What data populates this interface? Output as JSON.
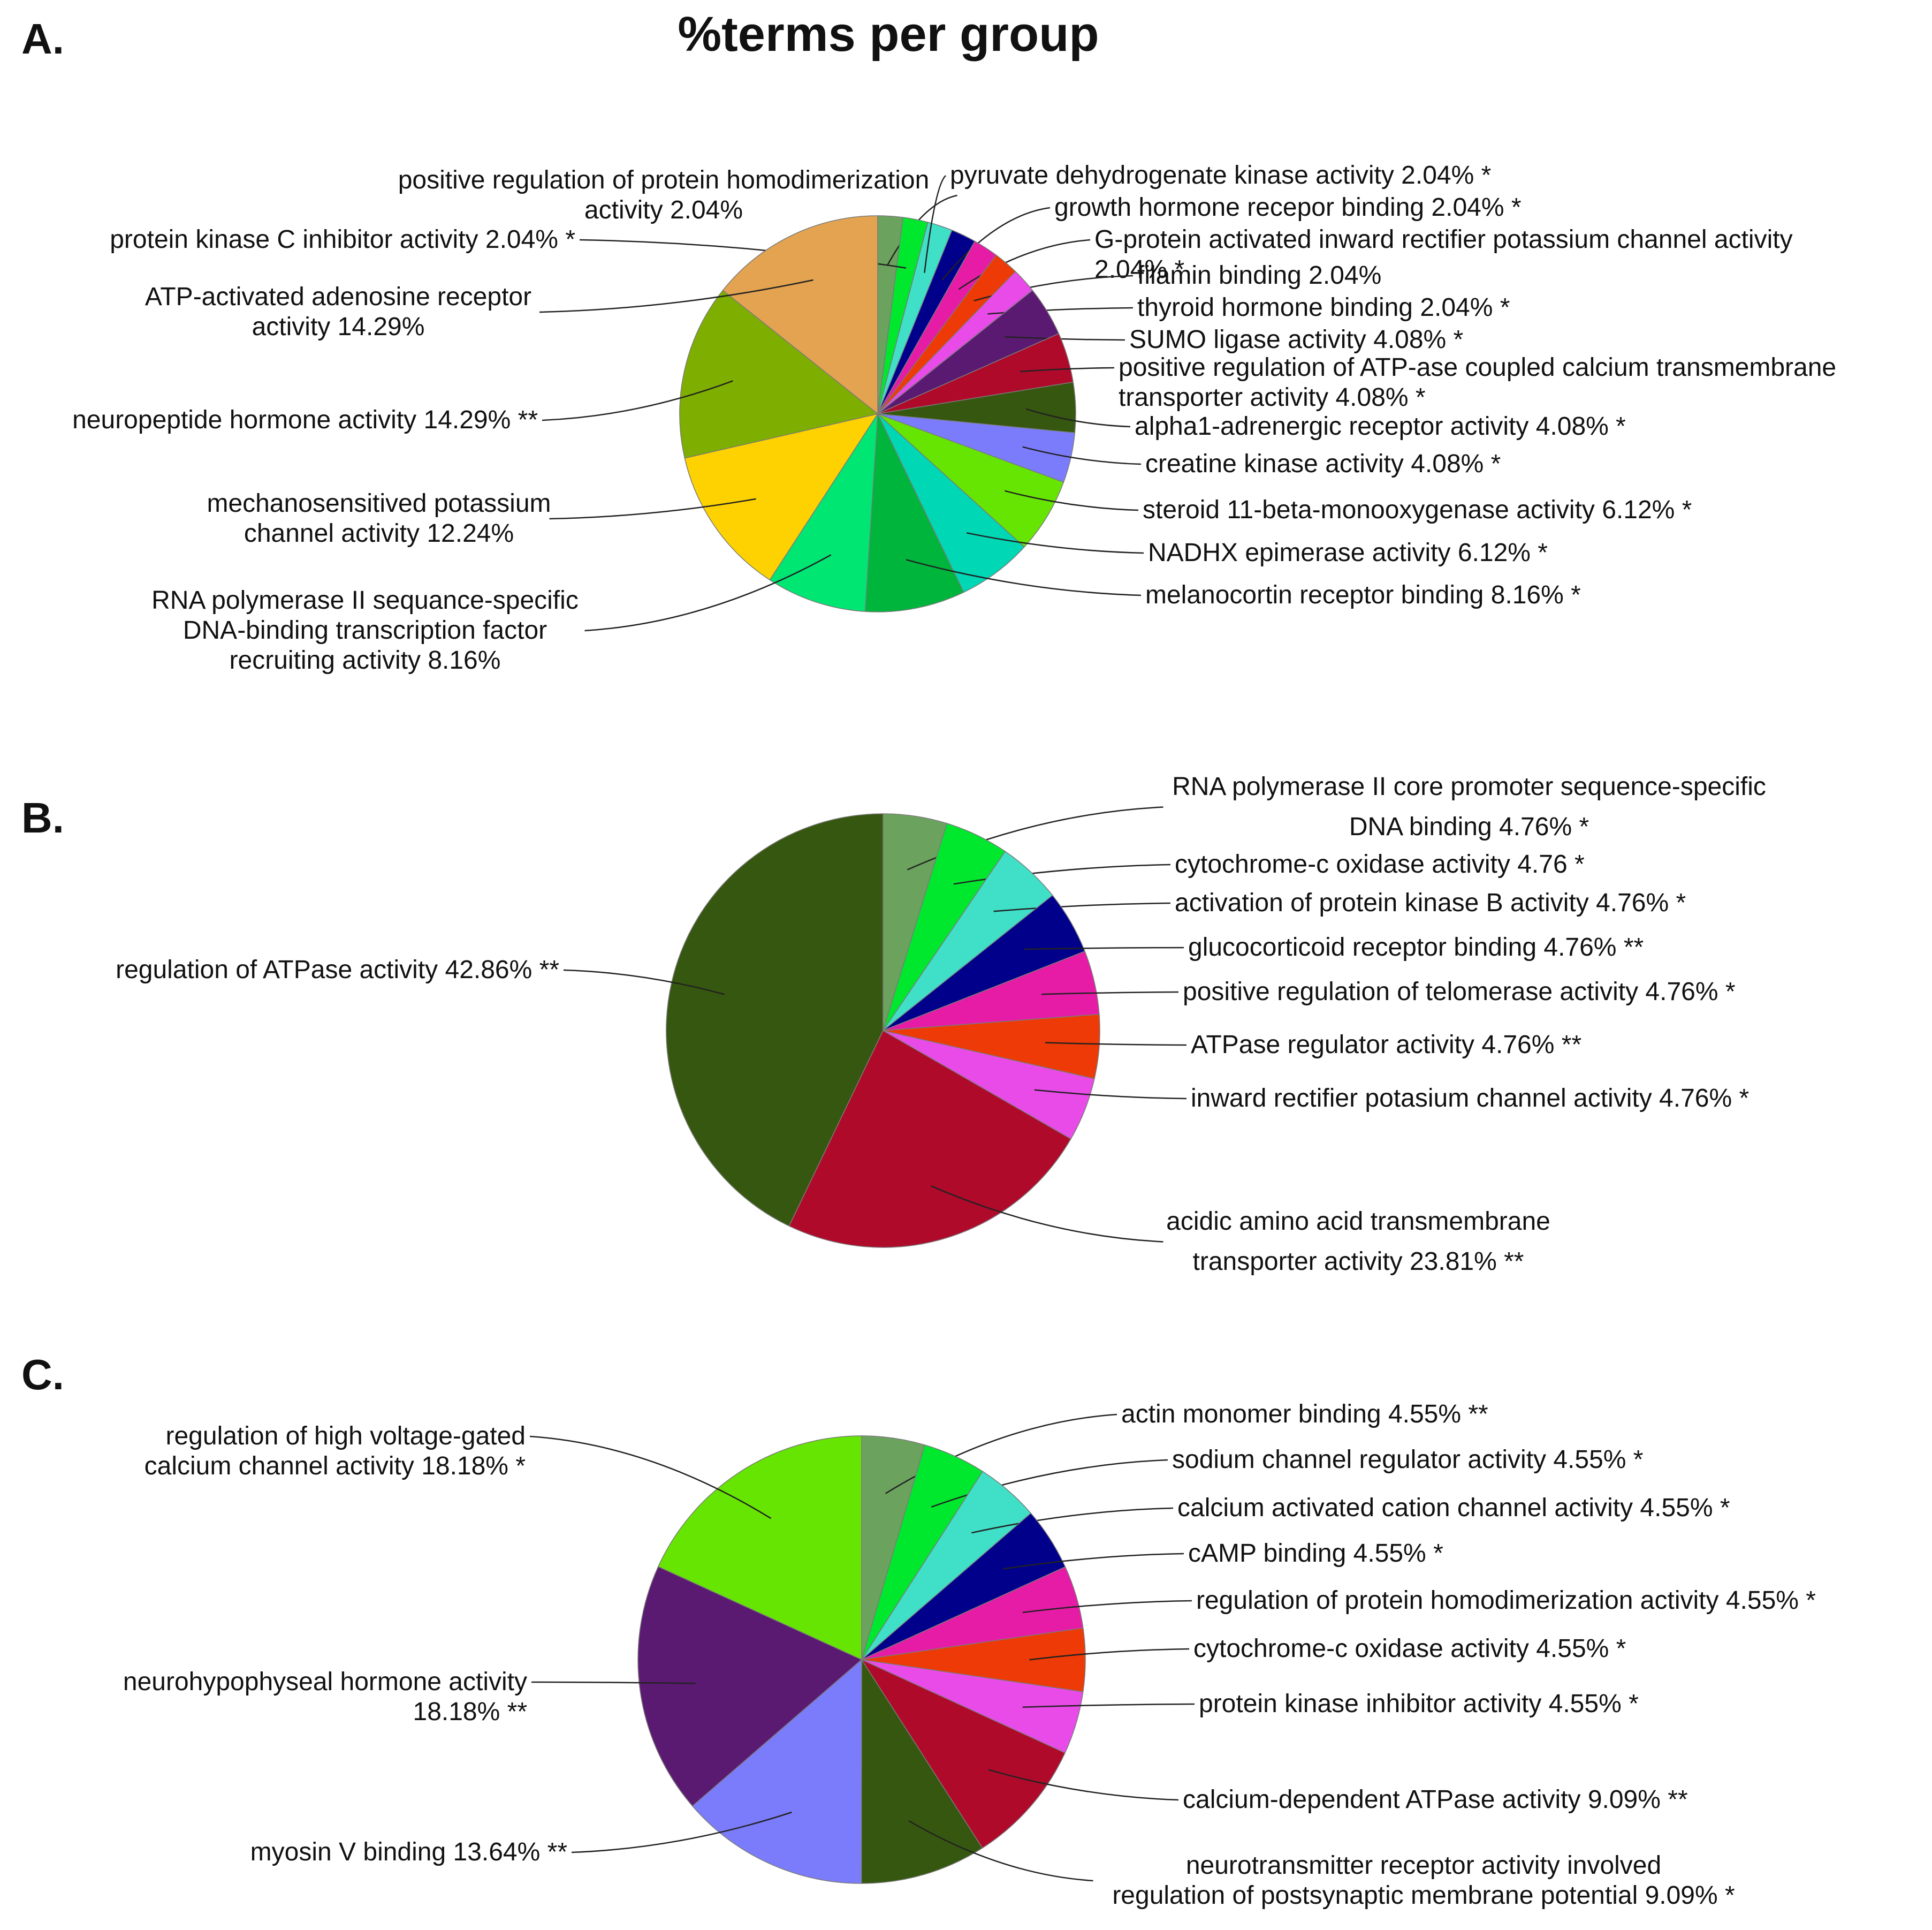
{
  "title": "%terms per group",
  "chart_data": [
    {
      "type": "pie",
      "panel": "A.",
      "slices": [
        {
          "label": [
            "positive regulation of protein homodimerization",
            "activity 2.04%"
          ],
          "value": 2.04,
          "color": "#6ba35e"
        },
        {
          "label": [
            "protein kinase C inhibitor activity 2.04% *"
          ],
          "value": 2.04,
          "color": "#00e82d"
        },
        {
          "label": [
            "pyruvate dehydrogenate kinase activity 2.04% *"
          ],
          "value": 2.04,
          "color": "#40e0c8"
        },
        {
          "label": [
            "growth hormone recepor binding 2.04% *"
          ],
          "value": 2.04,
          "color": "#00008b"
        },
        {
          "label": [
            "G-protein activated inward rectifier potassium channel activity",
            "2.04% *"
          ],
          "value": 2.04,
          "color": "#e61ca6"
        },
        {
          "label": [
            "filamin binding 2.04%"
          ],
          "value": 2.04,
          "color": "#ee3a06"
        },
        {
          "label": [
            "thyroid hormone binding 2.04% *"
          ],
          "value": 2.04,
          "color": "#e94be8"
        },
        {
          "label": [
            "SUMO ligase activity 4.08% *"
          ],
          "value": 4.08,
          "color": "#5b1a72"
        },
        {
          "label": [
            "positive regulation of ATP-ase coupled calcium transmembrane",
            "transporter activity 4.08% *"
          ],
          "value": 4.08,
          "color": "#b00a2b"
        },
        {
          "label": [
            "alpha1-adrenergic receptor activity 4.08% *"
          ],
          "value": 4.08,
          "color": "#36570f"
        },
        {
          "label": [
            "creatine kinase activity 4.08% *"
          ],
          "value": 4.08,
          "color": "#7b7cfb"
        },
        {
          "label": [
            "steroid 11-beta-monooxygenase activity 6.12% *"
          ],
          "value": 6.12,
          "color": "#66e502"
        },
        {
          "label": [
            "NADHX epimerase activity 6.12% *"
          ],
          "value": 6.12,
          "color": "#00d7b5"
        },
        {
          "label": [
            "melanocortin receptor binding 8.16% *"
          ],
          "value": 8.16,
          "color": "#00b53c"
        },
        {
          "label": [
            "RNA polymerase II sequance-specific",
            "DNA-binding transcription factor",
            "recruiting activity 8.16%"
          ],
          "value": 8.16,
          "color": "#00e673"
        },
        {
          "label": [
            "mechanosensitived potassium",
            "channel activity 12.24%"
          ],
          "value": 12.24,
          "color": "#fed200"
        },
        {
          "label": [
            "neuropeptide hormone activity 14.29% **"
          ],
          "value": 14.29,
          "color": "#7eaf00"
        },
        {
          "label": [
            "ATP-activated adenosine receptor",
            "activity 14.29%"
          ],
          "value": 14.29,
          "color": "#e3a350"
        }
      ]
    },
    {
      "type": "pie",
      "panel": "B.",
      "slices": [
        {
          "label": [
            "RNA polymerase II core promoter sequence-specific",
            "DNA binding 4.76% *"
          ],
          "value": 4.76,
          "color": "#6ba35e"
        },
        {
          "label": [
            "cytochrome-c oxidase activity 4.76 *"
          ],
          "value": 4.76,
          "color": "#00e82d"
        },
        {
          "label": [
            "activation of protein kinase B activity 4.76% *"
          ],
          "value": 4.76,
          "color": "#40e0c8"
        },
        {
          "label": [
            "glucocorticoid receptor binding 4.76% **"
          ],
          "value": 4.76,
          "color": "#00008b"
        },
        {
          "label": [
            "positive regulation of telomerase activity 4.76% *"
          ],
          "value": 4.76,
          "color": "#e61ca6"
        },
        {
          "label": [
            "ATPase regulator activity 4.76% **"
          ],
          "value": 4.76,
          "color": "#ee3a06"
        },
        {
          "label": [
            "inward rectifier potasium channel activity 4.76% *"
          ],
          "value": 4.76,
          "color": "#e94be8"
        },
        {
          "label": [
            "acidic amino acid transmembrane",
            "transporter activity 23.81% **"
          ],
          "value": 23.81,
          "color": "#b00a2b"
        },
        {
          "label": [
            "regulation of ATPase activity 42.86% **"
          ],
          "value": 42.86,
          "color": "#36570f"
        }
      ]
    },
    {
      "type": "pie",
      "panel": "C.",
      "slices": [
        {
          "label": [
            "actin monomer binding 4.55% **"
          ],
          "value": 4.55,
          "color": "#6ba35e"
        },
        {
          "label": [
            "sodium channel regulator activity 4.55% *"
          ],
          "value": 4.55,
          "color": "#00e82d"
        },
        {
          "label": [
            "calcium activated cation channel activity 4.55% *"
          ],
          "value": 4.55,
          "color": "#40e0c8"
        },
        {
          "label": [
            "cAMP binding 4.55% *"
          ],
          "value": 4.55,
          "color": "#00008b"
        },
        {
          "label": [
            "regulation of protein homodimerization activity 4.55% *"
          ],
          "value": 4.55,
          "color": "#e61ca6"
        },
        {
          "label": [
            "cytochrome-c oxidase activity 4.55% *"
          ],
          "value": 4.55,
          "color": "#ee3a06"
        },
        {
          "label": [
            "protein kinase inhibitor activity 4.55% *"
          ],
          "value": 4.55,
          "color": "#e94be8"
        },
        {
          "label": [
            "calcium-dependent ATPase activity 9.09% **"
          ],
          "value": 9.09,
          "color": "#b00a2b"
        },
        {
          "label": [
            "neurotransmitter receptor activity involved",
            "regulation of postsynaptic membrane potential 9.09% *"
          ],
          "value": 9.09,
          "color": "#36570f"
        },
        {
          "label": [
            "myosin V binding 13.64% **"
          ],
          "value": 13.64,
          "color": "#7b7cfb"
        },
        {
          "label": [
            "neurohypophyseal hormone activity",
            "18.18% **"
          ],
          "value": 18.18,
          "color": "#5b1a72"
        },
        {
          "label": [
            "regulation of high voltage-gated",
            "calcium channel activity 18.18% *"
          ],
          "value": 18.18,
          "color": "#66e502"
        }
      ]
    }
  ]
}
